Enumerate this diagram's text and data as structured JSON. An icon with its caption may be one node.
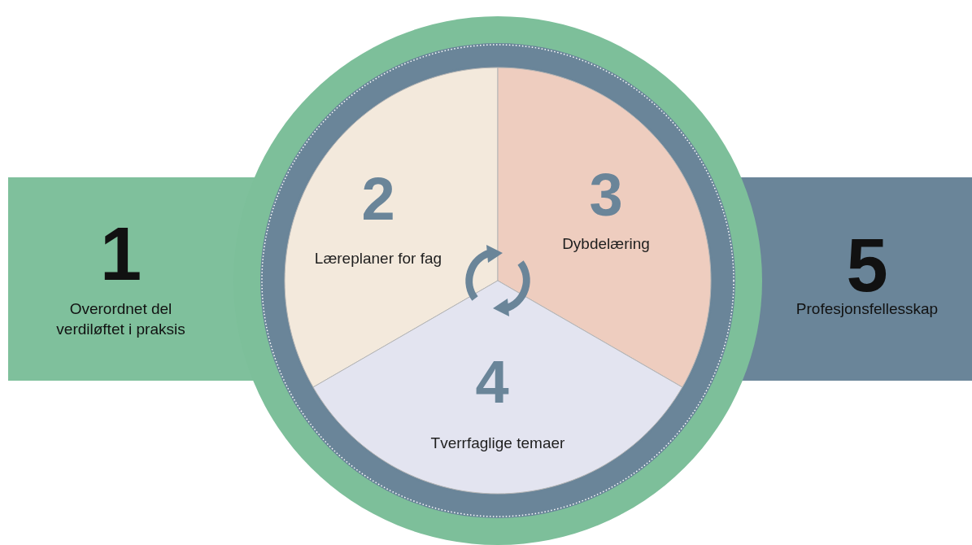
{
  "diagram": {
    "nodes": [
      {
        "text": [
          "1",
          "Overordnet del verdiløftet i praksis"
        ]
      },
      {
        "text": [],
        "shape": "circle"
      },
      {
        "text": [
          "2",
          "Læreplaner for fag"
        ],
        "in": 1
      },
      {
        "text": [
          "3",
          "Dybdelæring"
        ],
        "in": 1
      },
      {
        "text": [
          "4",
          "Tverrfaglige temaer"
        ],
        "in": 1
      },
      {
        "text": [
          "5",
          "Profesjonsfellesskap"
        ]
      }
    ]
  }
}
